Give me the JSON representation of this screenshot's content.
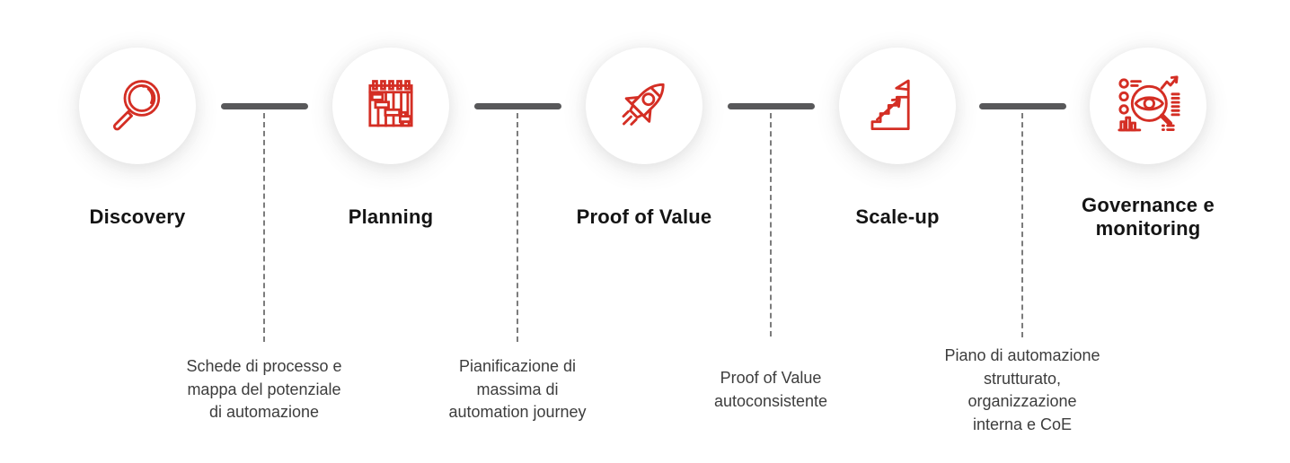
{
  "colors": {
    "accent": "#d42e24",
    "connector": "#58585a",
    "dash": "#7c7c7c",
    "title": "#141414",
    "text": "#3d3d3d"
  },
  "stages": [
    {
      "label": "Discovery",
      "icon": "magnifier-search-icon"
    },
    {
      "label": "Planning",
      "icon": "gantt-calendar-icon"
    },
    {
      "label": "Proof of Value",
      "icon": "rocket-icon"
    },
    {
      "label": "Scale-up",
      "icon": "stairs-flag-icon"
    },
    {
      "label": "Governance e monitoring",
      "icon": "eye-analytics-icon"
    }
  ],
  "deliverables": [
    {
      "lines": [
        "Schede di processo e",
        "mappa del potenziale",
        "di automazione"
      ]
    },
    {
      "lines": [
        "Pianificazione di",
        "massima di",
        "automation journey"
      ]
    },
    {
      "lines": [
        "Proof of Value",
        "autoconsistente"
      ]
    },
    {
      "lines": [
        "Piano di automazione",
        "strutturato,",
        "organizzazione",
        "interna e CoE"
      ]
    }
  ]
}
